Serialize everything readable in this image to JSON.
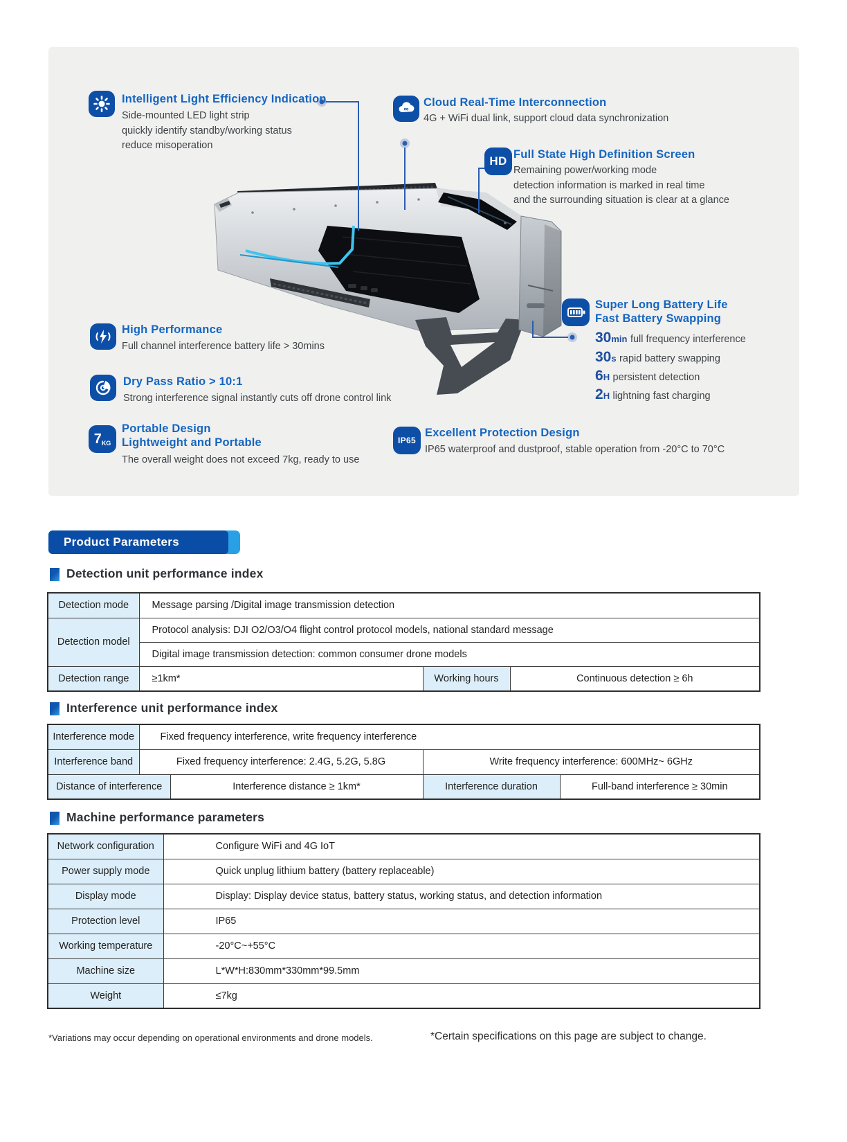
{
  "hero": {
    "features": {
      "light": {
        "icon": "sun-icon",
        "title": "Intelligent Light Efficiency Indication",
        "lines": [
          "Side-mounted LED light strip",
          "quickly identify standby/working status",
          "reduce misoperation"
        ]
      },
      "cloud": {
        "icon": "cloud-infinity-icon",
        "title": "Cloud Real-Time Interconnection",
        "lines": [
          "4G + WiFi dual link, support cloud data synchronization"
        ]
      },
      "hd": {
        "icon": "hd-screen-icon",
        "badge": "HD",
        "title": "Full State High Definition Screen",
        "lines": [
          "Remaining power/working mode",
          "detection information is marked in real time",
          "and the surrounding situation is clear at a glance"
        ]
      },
      "performance": {
        "icon": "lightning-signal-icon",
        "title": "High Performance",
        "lines": [
          "Full channel interference battery life > 30mins"
        ]
      },
      "drypass": {
        "icon": "gauge-icon",
        "title": "Dry Pass Ratio > 10:1",
        "lines": [
          "Strong interference signal instantly cuts off drone control link"
        ]
      },
      "portable": {
        "icon": "weight-7kg-icon",
        "badge_value": "7",
        "badge_unit": "KG",
        "title_line1": "Portable Design",
        "title_line2": "Lightweight and Portable",
        "lines": [
          "The overall weight does not exceed 7kg, ready to use"
        ]
      },
      "battery": {
        "icon": "battery-icon",
        "title_line1": "Super Long Battery Life",
        "title_line2": "Fast Battery Swapping",
        "stats": [
          {
            "value": "30",
            "unit": "min",
            "label": "full frequency interference"
          },
          {
            "value": "30",
            "unit": "s",
            "label": "rapid battery swapping"
          },
          {
            "value": "6",
            "unit": "H",
            "label": "persistent detection"
          },
          {
            "value": "2",
            "unit": "H",
            "label": "lightning fast charging"
          }
        ]
      },
      "protection": {
        "icon": "ip65-badge-icon",
        "badge": "IP65",
        "title": "Excellent Protection Design",
        "lines": [
          "IP65 waterproof and dustproof, stable operation from -20°C to 70°C"
        ]
      }
    }
  },
  "banner": {
    "label": "Product Parameters"
  },
  "sections": {
    "detection": {
      "heading": "Detection unit performance index",
      "table": {
        "row1": {
          "label": "Detection mode",
          "value": "Message parsing /Digital image transmission detection"
        },
        "row2": {
          "label": "Detection model",
          "value1": "Protocol analysis: DJI O2/O3/O4 flight control protocol models, national standard message",
          "value2": "Digital image transmission detection: common consumer drone models"
        },
        "row3": {
          "label": "Detection range",
          "value": "≥1km*",
          "label2": "Working hours",
          "value2": "Continuous detection ≥ 6h"
        }
      }
    },
    "interference": {
      "heading": "Interference unit performance index",
      "table": {
        "row1": {
          "label": "Interference mode",
          "value": "Fixed frequency interference, write frequency interference"
        },
        "row2": {
          "label": "Interference band",
          "value1": "Fixed frequency interference: 2.4G, 5.2G, 5.8G",
          "value2": "Write frequency interference: 600MHz~ 6GHz"
        },
        "row3": {
          "label": "Distance of interference",
          "value": "Interference distance ≥ 1km*",
          "label2": "Interference duration",
          "value2": "Full-band interference ≥ 30min"
        }
      }
    },
    "machine": {
      "heading": "Machine performance parameters",
      "rows": [
        {
          "label": "Network configuration",
          "value": "Configure WiFi and 4G IoT"
        },
        {
          "label": "Power supply mode",
          "value": "Quick unplug lithium battery (battery replaceable)"
        },
        {
          "label": "Display mode",
          "value": "Display: Display device status, battery status, working status, and detection information"
        },
        {
          "label": "Protection level",
          "value": "IP65"
        },
        {
          "label": "Working temperature",
          "value": "-20°C~+55°C"
        },
        {
          "label": "Machine size",
          "value": "L*W*H:830mm*330mm*99.5mm"
        },
        {
          "label": "Weight",
          "value": "≤7kg"
        }
      ]
    }
  },
  "footnotes": {
    "left": "*Variations may occur depending on operational environments and drone models.",
    "right": "*Certain specifications on this page are subject to change."
  },
  "colors": {
    "icon_bg": "#0d4fa7",
    "title_blue": "#1565c0",
    "stat_navy": "#1d4f9f",
    "banner_dark": "#0a4da6",
    "banner_light": "#29a0e6",
    "table_label_bg": "#dceef9",
    "connector_blue": "#2a5db0",
    "device_accent": "#41c3ee"
  }
}
